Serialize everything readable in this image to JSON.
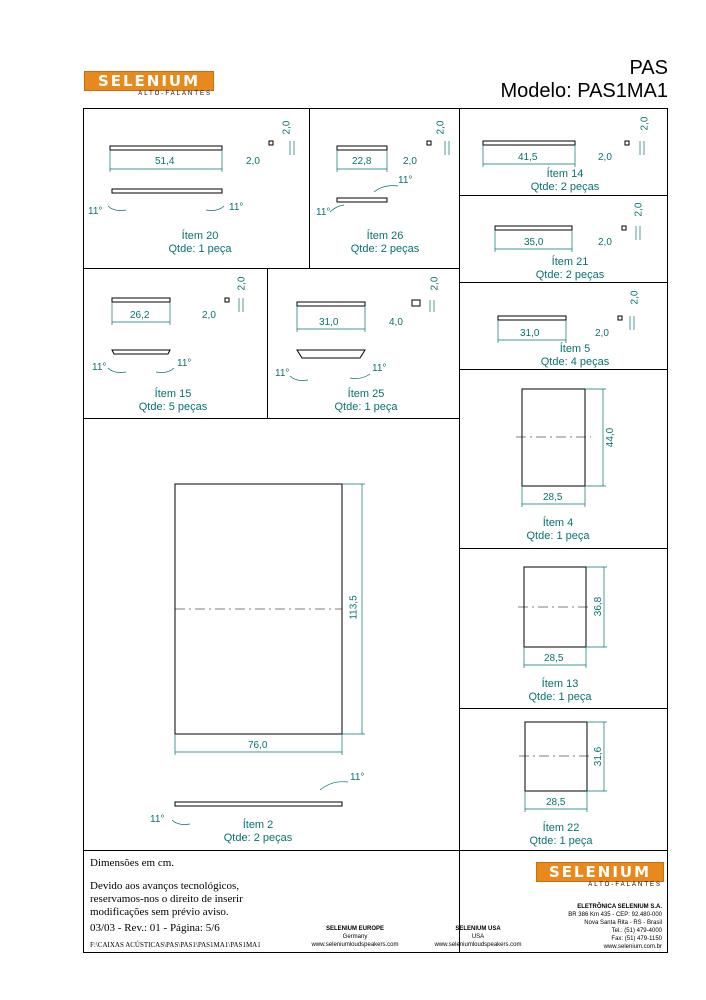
{
  "header": {
    "brand": "SELENIUM",
    "brand_sub": "ALTO-FALANTES",
    "title_line1": "PAS",
    "title_line2": "Modelo: PAS1MA1"
  },
  "items": [
    {
      "id": "item20",
      "name": "Ítem 20",
      "qty": "Qtde: 1 peça",
      "length": "51,4",
      "thick": "2,0",
      "thick2": "2,0",
      "angle1": "11°",
      "angle2": "11°"
    },
    {
      "id": "item26",
      "name": "Ítem 26",
      "qty": "Qtde: 2 peças",
      "length": "22,8",
      "thick": "2,0",
      "thick2": "2,0",
      "angle1": "11°",
      "angle2": "11°"
    },
    {
      "id": "item14",
      "name": "Ítem 14",
      "qty": "Qtde: 2 peças",
      "length": "41,5",
      "thick": "2,0",
      "thick2": "2,0"
    },
    {
      "id": "item21",
      "name": "Ítem 21",
      "qty": "Qtde: 2 peças",
      "length": "35,0",
      "thick": "2,0",
      "thick2": "2,0"
    },
    {
      "id": "item15",
      "name": "Ítem 15",
      "qty": "Qtde: 5 peças",
      "length": "26,2",
      "thick": "2,0",
      "thick2": "2,0",
      "angle1": "11°",
      "angle2": "11°"
    },
    {
      "id": "item25",
      "name": "Ítem 25",
      "qty": "Qtde: 1 peça",
      "length": "31,0",
      "thick": "4,0",
      "thick2": "2,0",
      "angle1": "11°",
      "angle2": "11°"
    },
    {
      "id": "item5",
      "name": "Ítem 5",
      "qty": "Qtde: 4 peças",
      "length": "31,0",
      "thick": "2,0",
      "thick2": "2,0"
    },
    {
      "id": "item4",
      "name": "Ítem 4",
      "qty": "Qtde: 1 peça",
      "width": "28,5",
      "height": "44,0"
    },
    {
      "id": "item13",
      "name": "Ítem 13",
      "qty": "Qtde: 1 peça",
      "width": "28,5",
      "height": "36,8"
    },
    {
      "id": "item22",
      "name": "Ítem 22",
      "qty": "Qtde: 1 peça",
      "width": "28,5",
      "height": "31,6"
    },
    {
      "id": "item2",
      "name": "Ítem 2",
      "qty": "Qtde: 2 peças",
      "width": "76,0",
      "height": "113,5",
      "angle1": "11°",
      "angle2": "11°"
    }
  ],
  "footer": {
    "units": "Dimensões em cm.",
    "notice": [
      "Devido aos avanços tecnológicos,",
      "reservamos-nos o direito de inserir",
      "modificações sem prévio aviso."
    ],
    "revision": "03/03 - Rev.: 01 - Página: 5/6",
    "path": "F:\\CAIXAS ACÚSTICAS\\PAS\\PAS1\\PAS1MA1\\PAS1MA1",
    "europe": {
      "title": "SELENIUM EUROPE",
      "line1": "Germany",
      "line2": "www.seleniumloudspeakers.com"
    },
    "usa": {
      "title": "SELENIUM USA",
      "line1": "USA",
      "line2": "www.seleniumloudspeakers.com"
    },
    "brazil": {
      "title": "ELETRÔNICA SELENIUM S.A.",
      "line1": "BR 386 Km 435 - CEP: 92.480-000",
      "line2": "Nova Santa Rita - RS - Brasil",
      "line3": "Tel.: (51) 479-4000",
      "line4": "Fax: (51) 479-1150",
      "line5": "www.selenium.com.br"
    }
  }
}
